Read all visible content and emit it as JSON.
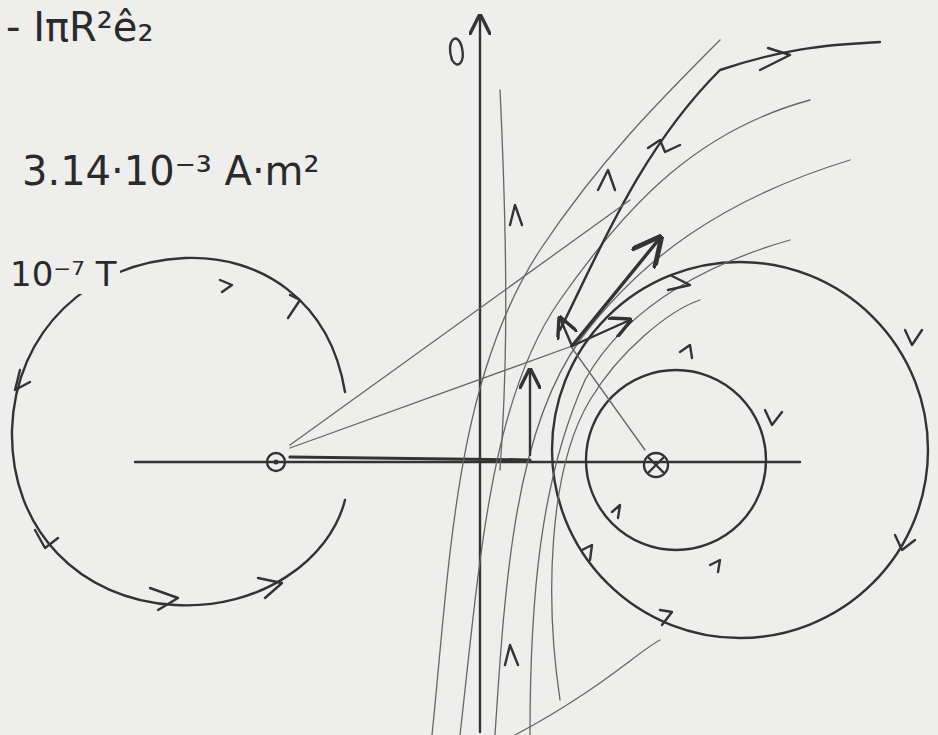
{
  "diagram": {
    "labels": [
      "- IπR²ê₂",
      "3.14·10⁻³ A·m²",
      "10⁻⁷ T"
    ]
  }
}
